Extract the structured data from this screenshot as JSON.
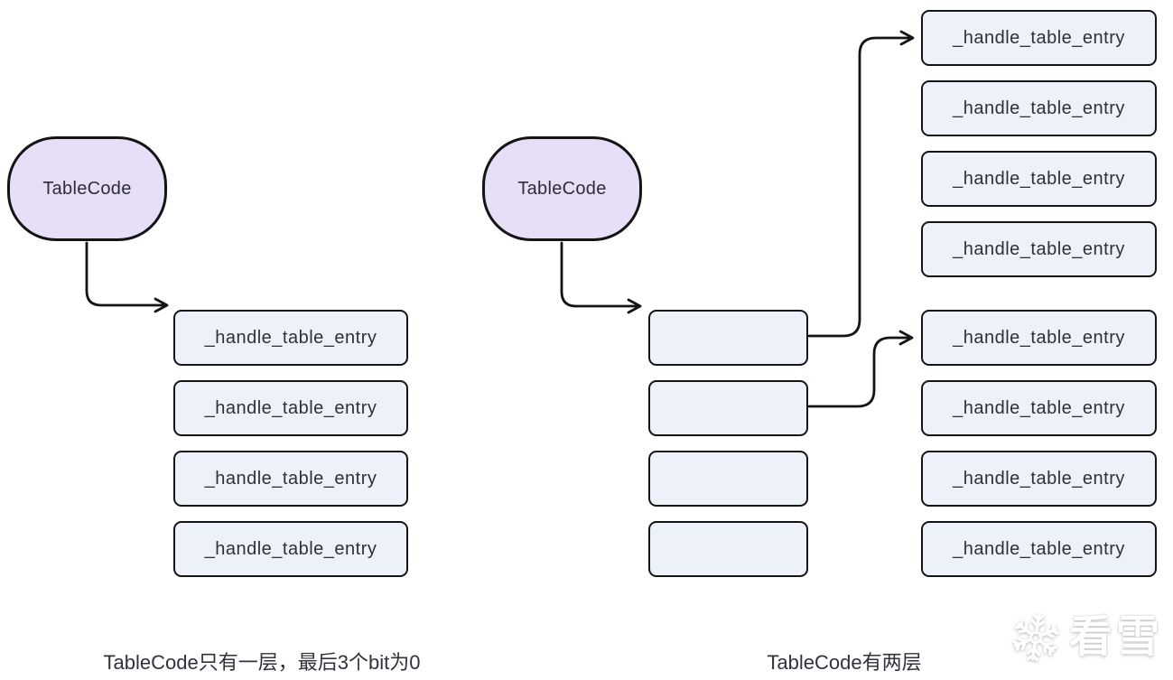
{
  "diagram": {
    "left": {
      "node_label": "TableCode",
      "entries": [
        "_handle_table_entry",
        "_handle_table_entry",
        "_handle_table_entry",
        "_handle_table_entry"
      ],
      "caption": "TableCode只有一层，最后3个bit为0"
    },
    "right": {
      "node_label": "TableCode",
      "level1_entries": [
        "",
        "",
        "",
        ""
      ],
      "level2_entries": [
        "_handle_table_entry",
        "_handle_table_entry",
        "_handle_table_entry",
        "_handle_table_entry",
        "_handle_table_entry",
        "_handle_table_entry",
        "_handle_table_entry",
        "_handle_table_entry"
      ],
      "caption": "TableCode有两层"
    }
  },
  "watermark": {
    "icon": "snowflake-icon",
    "brand_text": "看雪"
  },
  "colors": {
    "background": "#ffffff",
    "node_fill": "#e7def7",
    "entry_fill": "#edf1fa",
    "stroke": "#141414",
    "text": "#2f3038",
    "watermark": "#ffffff"
  }
}
